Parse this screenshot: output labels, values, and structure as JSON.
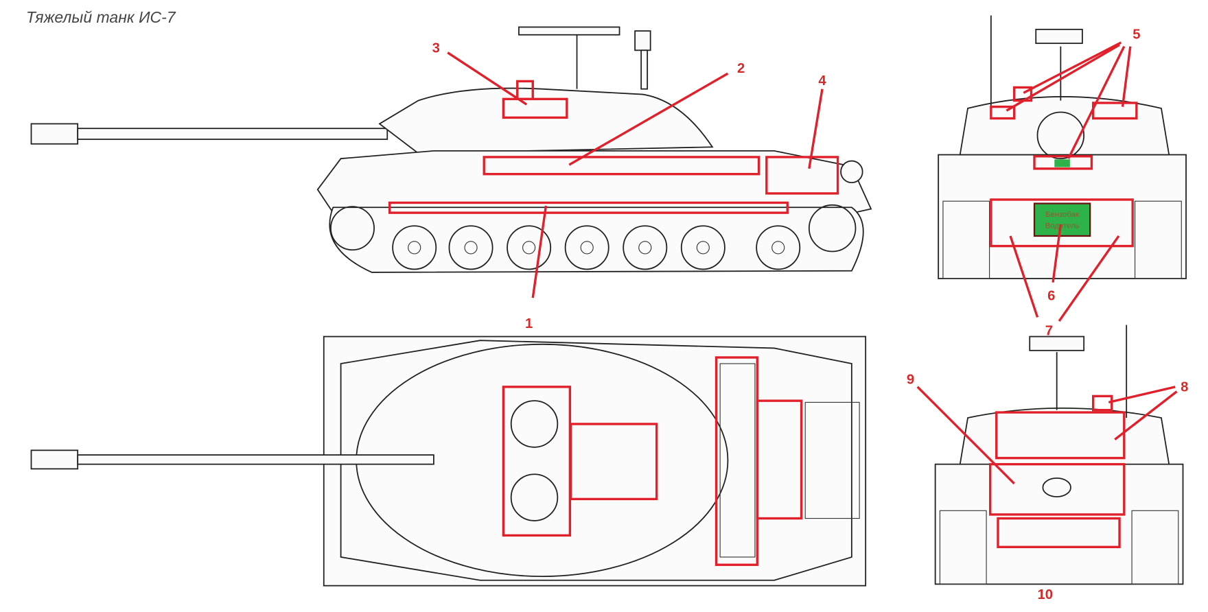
{
  "title": "Тяжелый танк ИС-7",
  "callouts": [
    "1",
    "2",
    "3",
    "4",
    "5",
    "6",
    "7",
    "8",
    "9",
    "10"
  ],
  "green_label": {
    "line1": "Бензобак",
    "line2": "Водитель",
    "fill": "#2db34a"
  },
  "colors": {
    "annotation": "#e0202a",
    "line_art": "#222222"
  }
}
